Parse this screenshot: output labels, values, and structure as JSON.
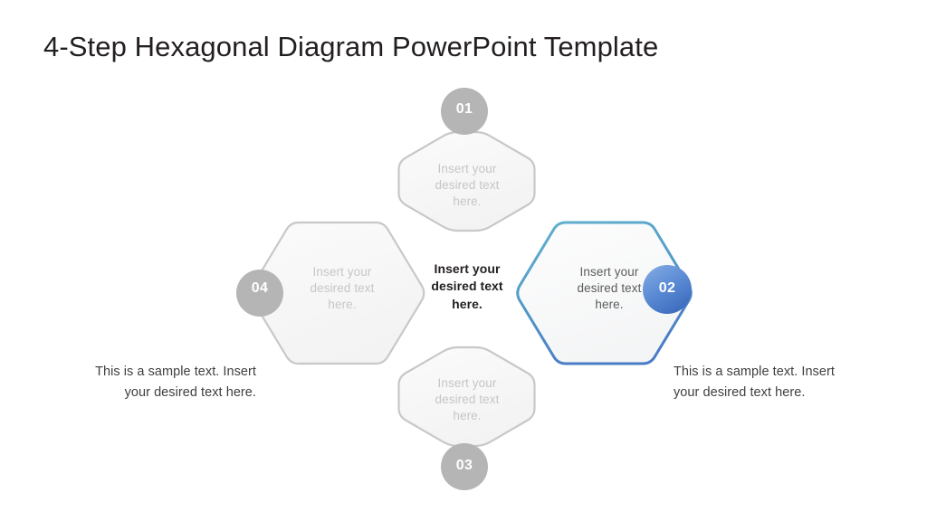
{
  "slide": {
    "title": "4-Step Hexagonal Diagram PowerPoint Template",
    "background_color": "#ffffff"
  },
  "colors": {
    "title_text": "#231f20",
    "inactive_hex_fill": "#f8f8f8",
    "inactive_hex_stroke": "#c8c8c8",
    "inactive_hex_text": "#c6c6c6",
    "inactive_badge_fill": "#b5b5b5",
    "active_hex_stroke_top": "#5ba8c8",
    "active_hex_stroke_bottom": "#4d83c8",
    "active_hex_text": "#5c5c5c",
    "active_badge_top": "#7aa6e0",
    "active_badge_bottom": "#4272c4",
    "badge_label_text": "#ffffff",
    "center_text": "#231f20",
    "caption_text": "#3f3f3f"
  },
  "center": {
    "label": "Insert your\ndesired text\nhere."
  },
  "steps": [
    {
      "number": "01",
      "position": "top",
      "orientation": "pointy-top",
      "state": "inactive",
      "text": "Insert your\ndesired text\nhere."
    },
    {
      "number": "02",
      "position": "right",
      "orientation": "pointy-side",
      "state": "active",
      "text": "Insert your\ndesired text\nhere."
    },
    {
      "number": "03",
      "position": "bottom",
      "orientation": "pointy-top",
      "state": "inactive",
      "text": "Insert your\ndesired text\nhere."
    },
    {
      "number": "04",
      "position": "left",
      "orientation": "pointy-side",
      "state": "inactive",
      "text": "Insert your\ndesired text\nhere."
    }
  ],
  "captions": {
    "left": "This is a sample text. Insert your desired text here.",
    "right": "This is a sample text. Insert your desired text here."
  }
}
